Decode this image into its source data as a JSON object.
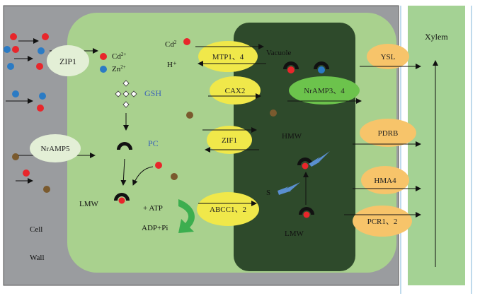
{
  "labels": {
    "xylem": "Xylem",
    "vacuole": "Vacuole",
    "cell": "Cell",
    "wall": "Wall",
    "cd": "Cd",
    "cd_sup": "2+",
    "zn": "Zn",
    "zn_sup": "2+",
    "cd_cation": "Cd",
    "cd_cation_sup": "2",
    "h_plus": "H⁺",
    "gsh": "GSH",
    "pc": "PC",
    "lmw_cyto": "LMW",
    "lmw_vac": "LMW",
    "hmw": "HMW",
    "s": "S",
    "atp": "+   ATP",
    "adp_pi": "ADP+Pi"
  },
  "transporters": {
    "zip1": "ZIP1",
    "nramp5": "NrAMP5",
    "mtp": "MTP1、4",
    "cax2": "CAX2",
    "zif1": "ZIF1",
    "abcc": "ABCC1、2",
    "nramp34": "NrAMP3、4",
    "ysl": "YSL",
    "pdrb": "PDRB",
    "hma4": "HMA4",
    "pcr": "PCR1、2"
  },
  "colors": {
    "cell_wall": "#9a9c9f",
    "cytoplasm": "#a9d18e",
    "vacuole": "#2e4a2b",
    "xylem": "#a4d294",
    "cd_ion": "#e8262b",
    "zn_ion": "#2b7bc4",
    "other_ion": "#7a5a2e",
    "yellow_transporter": "#f0e84a",
    "orange_transporter": "#f7c46a",
    "green_transporter": "#6cc34c",
    "pale_transporter": "#e3efd6",
    "gsh_label": "#3b63b8",
    "pc_label": "#3b63b8",
    "recycle_arrow": "#3cae4f"
  },
  "icons": {
    "pc_chelator": "black-semicircle-icon",
    "gsh": "white-diamond-icon",
    "recycle": "curved-green-arrow-icon",
    "sulfide": "blue-lightning-icon"
  }
}
